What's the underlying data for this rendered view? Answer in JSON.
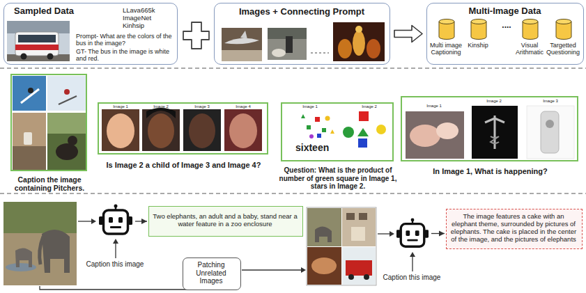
{
  "diagram": {
    "nodes": [
      {
        "text": [
          "Sampled Data",
          "LLava665k ImageNet Kinhsip",
          "Prompt- What are the colors of the bus in the image?",
          "GT- The bus in the image is white and red."
        ]
      },
      {
        "text": [
          "Images + Connecting Prompt"
        ]
      },
      {
        "text": [
          "Multi-Image Data"
        ]
      },
      {
        "text": [
          "Multi image Captioning"
        ],
        "in": 2
      },
      {
        "text": [
          "Kinship"
        ],
        "in": 2
      },
      {
        "text": [
          "Visual Arithmatic"
        ],
        "in": 2
      },
      {
        "text": [
          "Targetted Questioning"
        ],
        "in": 2
      },
      {
        "text": [
          "Caption the image containing Pitchers."
        ]
      },
      {
        "text": [
          "Is Image 2 a child of Image 3 and Image 4?"
        ]
      },
      {
        "text": [
          "Question: What is the product of number of green square in Image 1, stars in Image 2."
        ]
      },
      {
        "text": [
          "In Image 1, What is happening?"
        ]
      },
      {
        "text": [
          "Caption this image"
        ]
      },
      {
        "text": [
          "Two elephants, an adult and a baby, stand near a water feature in a zoo enclosure"
        ]
      },
      {
        "text": [
          "Patching Unrelated Images"
        ]
      },
      {
        "text": [
          "Caption this image"
        ]
      },
      {
        "text": [
          "The image features a cake with an elephant theme, surrounded by pictures of elephants. The cake is placed in the center of the image, and the pictures of elephants"
        ]
      }
    ],
    "edges": [
      {
        "from": 1,
        "to": 2,
        "arrow": "to"
      },
      {
        "from": 11,
        "to": 12,
        "arrow": "to"
      },
      {
        "from": 14,
        "to": 15,
        "arrow": "to"
      }
    ],
    "labels": [
      "....",
      "Image 1",
      "Image 2",
      "Image 3",
      "Image 4",
      "sixteen",
      "Image 1",
      "Image 2",
      "Image 1",
      "Image 2",
      "Image 3"
    ]
  }
}
